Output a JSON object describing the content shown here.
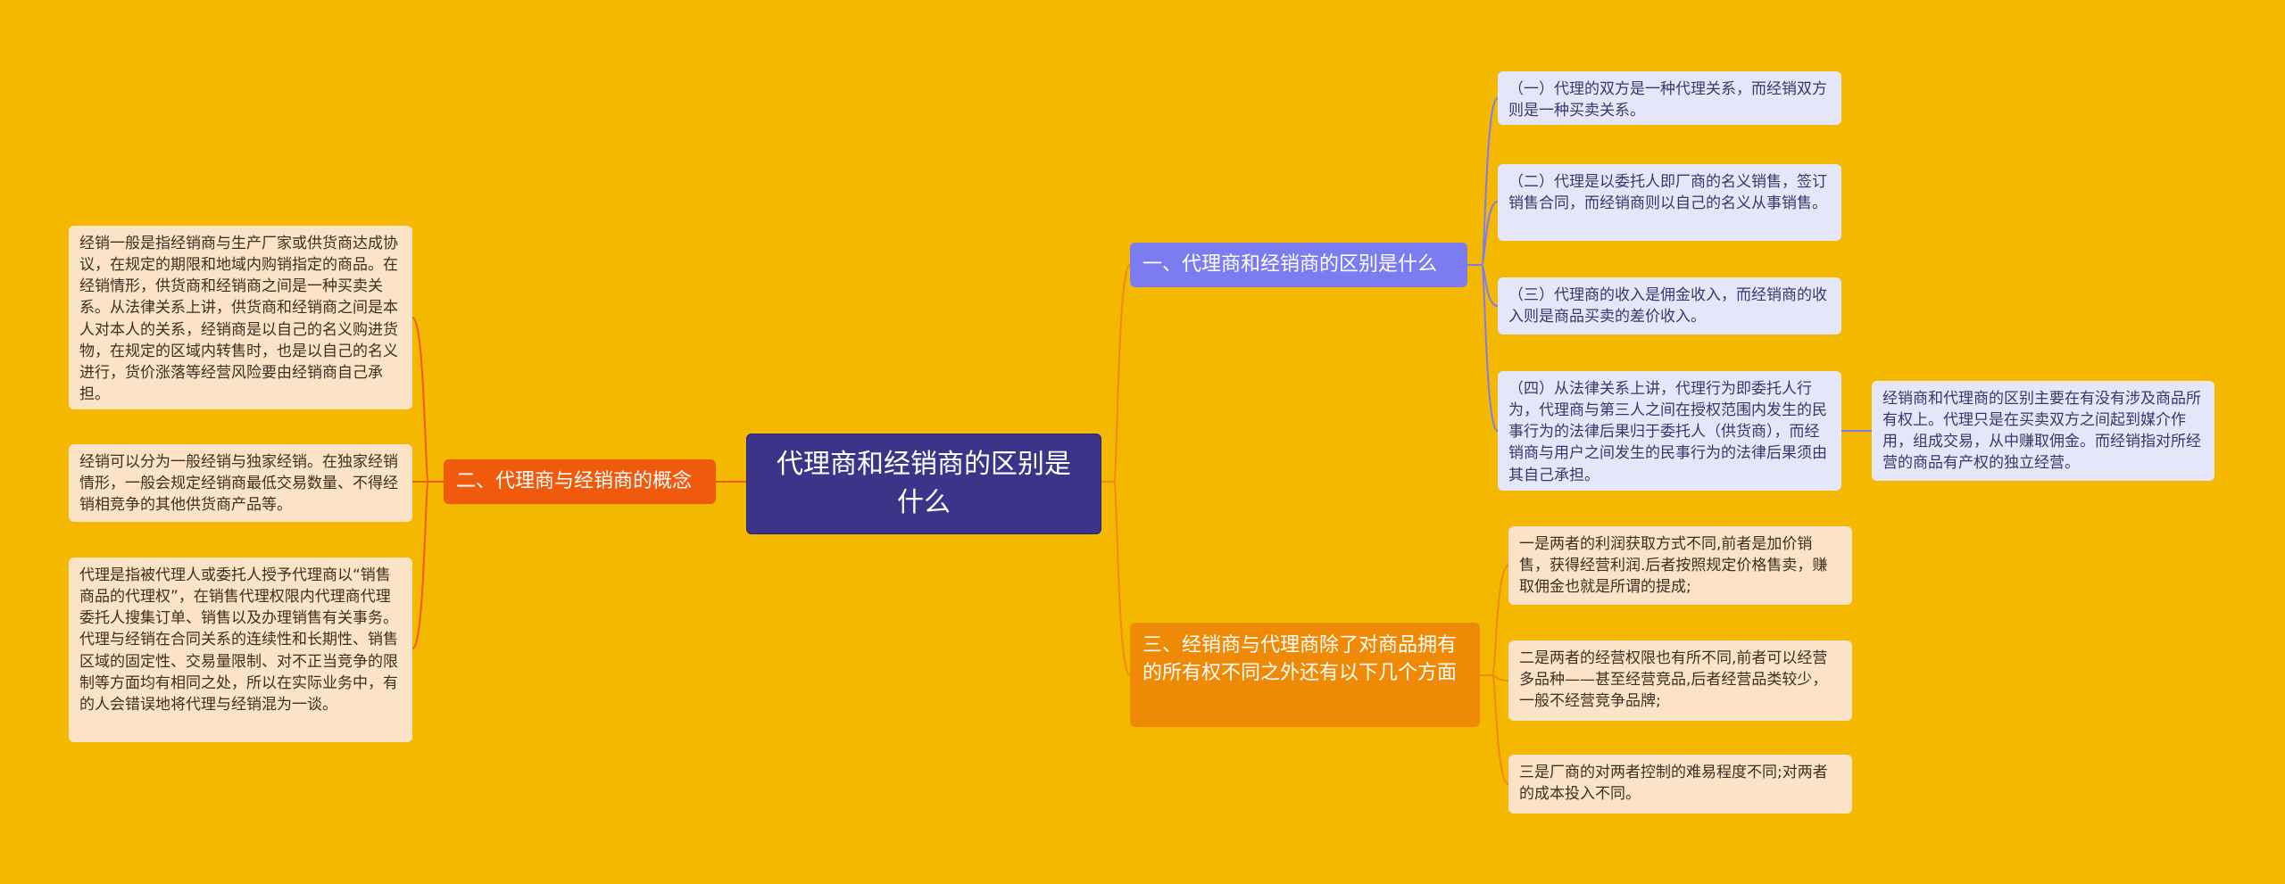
{
  "colors": {
    "background": "#f5b800",
    "root": "#3b3489",
    "branch1": "#7b7cf0",
    "branch2": "#ef5a0d",
    "branch3": "#ef8a06",
    "leaf_blue": "#e6e6fb",
    "leaf_peach": "#fce2c7"
  },
  "root": {
    "title": "代理商和经销商的区别是什么"
  },
  "branch1": {
    "title": "一、代理商和经销商的区别是什么",
    "items": [
      "（一）代理的双方是一种代理关系，而经销双方则是一种买卖关系。",
      "（二）代理是以委托人即厂商的名义销售，签订销售合同，而经销商则以自己的名义从事销售。",
      "（三）代理商的收入是佣金收入，而经销商的收入则是商品买卖的差价收入。",
      "（四）从法律关系上讲，代理行为即委托人行为，代理商与第三人之间在授权范围内发生的民事行为的法律后果归于委托人（供货商），而经销商与用户之间发生的民事行为的法律后果须由其自己承担。"
    ],
    "sub_note": "经销商和代理商的区别主要在有没有涉及商品所有权上。代理只是在买卖双方之间起到媒介作用，组成交易，从中赚取佣金。而经销指对所经营的商品有产权的独立经营。"
  },
  "branch2": {
    "title": "二、代理商与经销商的概念",
    "items": [
      "经销一般是指经销商与生产厂家或供货商达成协议，在规定的期限和地域内购销指定的商品。在经销情形，供货商和经销商之间是一种买卖关系。从法律关系上讲，供货商和经销商之间是本人对本人的关系，经销商是以自己的名义购进货物，在规定的区域内转售时，也是以自己的名义进行，货价涨落等经营风险要由经销商自己承担。",
      "经销可以分为一般经销与独家经销。在独家经销情形，一般会规定经销商最低交易数量、不得经销相竞争的其他供货商产品等。",
      "代理是指被代理人或委托人授予代理商以“销售商品的代理权”，在销售代理权限内代理商代理委托人搜集订单、销售以及办理销售有关事务。代理与经销在合同关系的连续性和长期性、销售区域的固定性、交易量限制、对不正当竞争的限制等方面均有相同之处，所以在实际业务中，有的人会错误地将代理与经销混为一谈。"
    ]
  },
  "branch3": {
    "title": "三、经销商与代理商除了对商品拥有的所有权不同之外还有以下几个方面",
    "items": [
      "一是两者的利润获取方式不同,前者是加价销售，获得经营利润.后者按照规定价格售卖，赚取佣金也就是所谓的提成;",
      "二是两者的经营权限也有所不同,前者可以经营多品种——甚至经营竞品,后者经营品类较少，一般不经营竞争品牌;",
      "三是厂商的对两者控制的难易程度不同;对两者的成本投入不同。"
    ]
  }
}
